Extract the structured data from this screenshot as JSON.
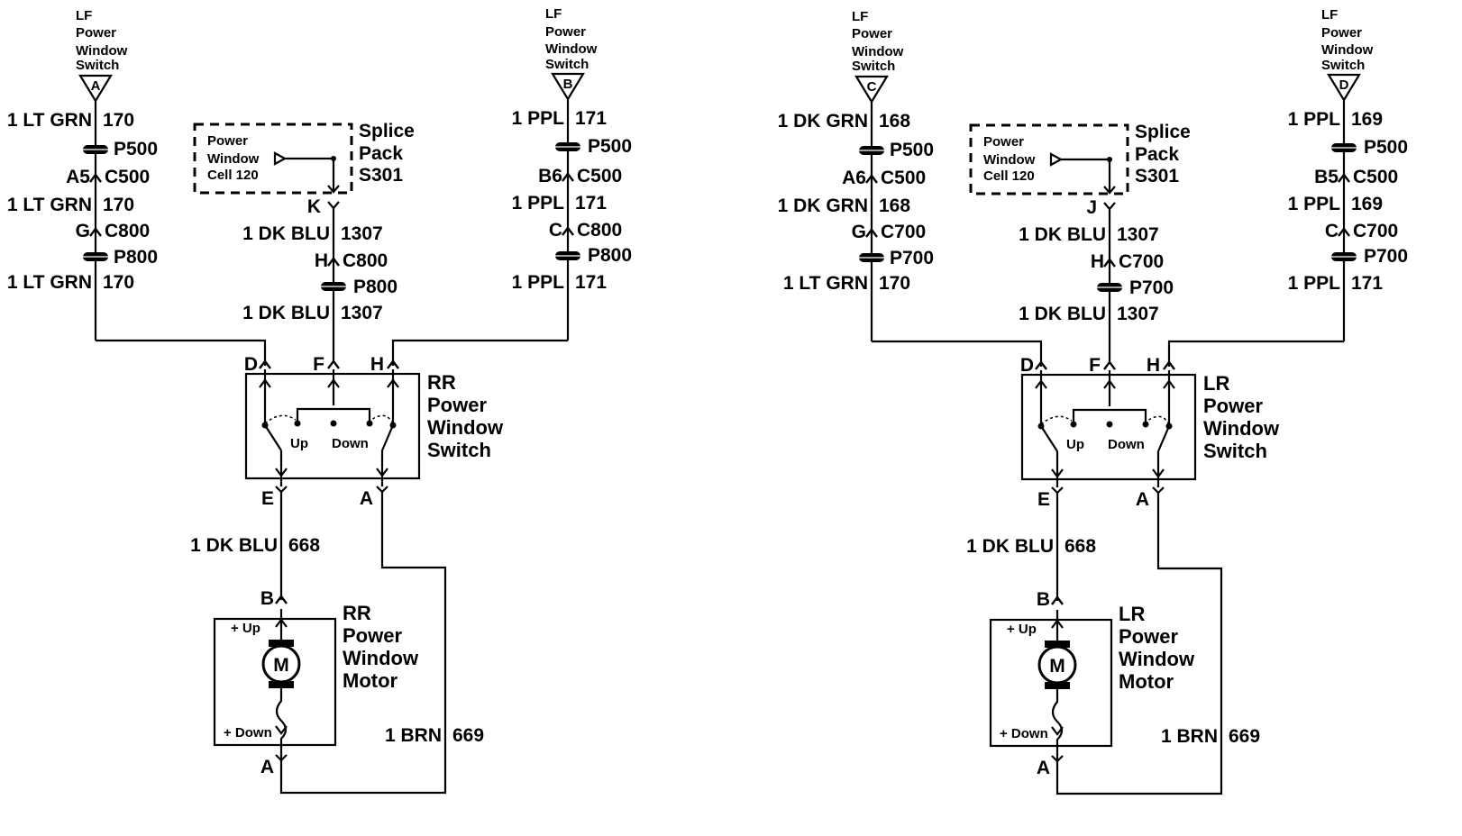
{
  "left": {
    "col_a": {
      "src": [
        "LF",
        "Power",
        "Window",
        "Switch"
      ],
      "letter": "A",
      "w1": "1 LT GRN",
      "c1": "170",
      "p1": "P500",
      "pin1": "A5",
      "cn1": "C500",
      "w2": "1 LT GRN",
      "c2": "170",
      "pin2": "G",
      "cn2": "C800",
      "p2": "P800",
      "w3": "1 LT GRN",
      "c3": "170"
    },
    "col_b": {
      "src": [
        "LF",
        "Power",
        "Window",
        "Switch"
      ],
      "letter": "B",
      "w1": "1 PPL",
      "c1": "171",
      "p1": "P500",
      "pin1": "B6",
      "cn1": "C500",
      "w2": "1 PPL",
      "c2": "171",
      "pin2": "C",
      "cn2": "C800",
      "p2": "P800",
      "w3": "1 PPL",
      "c3": "171"
    },
    "splice": {
      "cell": [
        "Power",
        "Window",
        "Cell 120"
      ],
      "title": [
        "Splice",
        "Pack",
        "S301"
      ],
      "pin": "K",
      "w1": "1 DK BLU",
      "c1": "1307",
      "pin2": "H",
      "cn2": "C800",
      "p2": "P800",
      "w2": "1 DK BLU",
      "c2": "1307"
    },
    "switch": {
      "pins": [
        "D",
        "F",
        "H"
      ],
      "title": [
        "RR",
        "Power",
        "Window",
        "Switch"
      ],
      "up": "Up",
      "down": "Down",
      "pin_e": "E",
      "pin_a": "A"
    },
    "motor": {
      "wire": "1 DK BLU",
      "circ": "668",
      "pin_b": "B",
      "title": [
        "RR",
        "Power",
        "Window",
        "Motor"
      ],
      "up": "+ Up",
      "down": "+ Down",
      "m": "M",
      "pin_a": "A",
      "ret_wire": "1 BRN",
      "ret_circ": "669"
    }
  },
  "right": {
    "col_a": {
      "src": [
        "LF",
        "Power",
        "Window",
        "Switch"
      ],
      "letter": "C",
      "w1": "1 DK GRN",
      "c1": "168",
      "p1": "P500",
      "pin1": "A6",
      "cn1": "C500",
      "w2": "1 DK GRN",
      "c2": "168",
      "pin2": "G",
      "cn2": "C700",
      "p2": "P700",
      "w3": "1 LT GRN",
      "c3": "170"
    },
    "col_b": {
      "src": [
        "LF",
        "Power",
        "Window",
        "Switch"
      ],
      "letter": "D",
      "w1": "1 PPL",
      "c1": "169",
      "p1": "P500",
      "pin1": "B5",
      "cn1": "C500",
      "w2": "1 PPL",
      "c2": "169",
      "pin2": "C",
      "cn2": "C700",
      "p2": "P700",
      "w3": "1 PPL",
      "c3": "171"
    },
    "splice": {
      "cell": [
        "Power",
        "Window",
        "Cell 120"
      ],
      "title": [
        "Splice",
        "Pack",
        "S301"
      ],
      "pin": "J",
      "w1": "1 DK BLU",
      "c1": "1307",
      "pin2": "H",
      "cn2": "C700",
      "p2": "P700",
      "w2": "1 DK BLU",
      "c2": "1307"
    },
    "switch": {
      "pins": [
        "D",
        "F",
        "H"
      ],
      "title": [
        "LR",
        "Power",
        "Window",
        "Switch"
      ],
      "up": "Up",
      "down": "Down",
      "pin_e": "E",
      "pin_a": "A"
    },
    "motor": {
      "wire": "1 DK BLU",
      "circ": "668",
      "pin_b": "B",
      "title": [
        "LR",
        "Power",
        "Window",
        "Motor"
      ],
      "up": "+ Up",
      "down": "+ Down",
      "m": "M",
      "pin_a": "A",
      "ret_wire": "1 BRN",
      "ret_circ": "669"
    }
  }
}
